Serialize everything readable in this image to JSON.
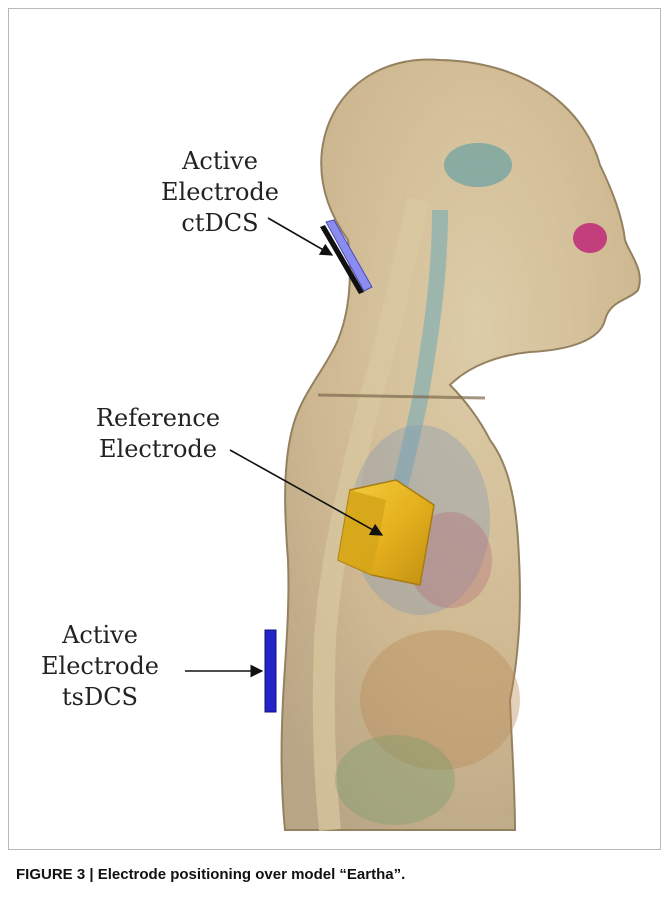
{
  "figure": {
    "labels": {
      "ctdcs": {
        "line1": "Active",
        "line2": "Electrode",
        "line3": "ctDCS"
      },
      "reference": {
        "line1": "Reference",
        "line2": "Electrode"
      },
      "tsdcs": {
        "line1": "Active",
        "line2": "Electrode",
        "line3": "tsDCS"
      }
    },
    "colors": {
      "skin": "#c9b38a",
      "ctdcs_pad": "#8a8cf0",
      "reference_pad": "#e6b21e",
      "tsdcs_pad": "#2323c8",
      "eye": "#c0307a"
    }
  },
  "caption": {
    "text": "FIGURE 3 | Electrode positioning over model “Eartha”."
  }
}
